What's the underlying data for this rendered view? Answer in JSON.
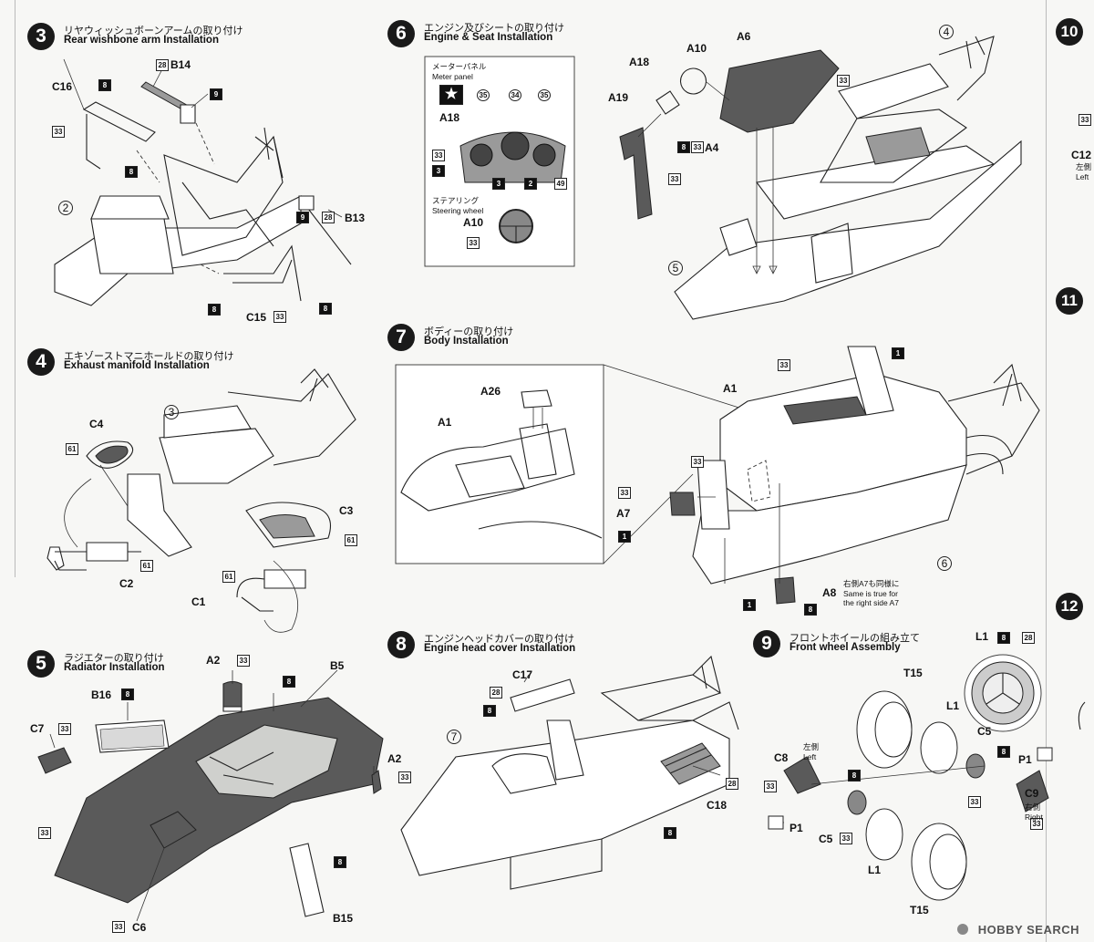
{
  "steps": [
    {
      "num": "3",
      "jp": "リヤウィッシュボーンアームの取り付け",
      "en": "Rear wishbone arm Installation"
    },
    {
      "num": "4",
      "jp": "エキゾーストマニホールドの取り付け",
      "en": "Exhaust manifold Installation"
    },
    {
      "num": "5",
      "jp": "ラジエターの取り付け",
      "en": "Radiator Installation"
    },
    {
      "num": "6",
      "jp": "エンジン及びシートの取り付け",
      "en": "Engine & Seat Installation"
    },
    {
      "num": "7",
      "jp": "ボディーの取り付け",
      "en": "Body Installation"
    },
    {
      "num": "8",
      "jp": "エンジンヘッドカバーの取り付け",
      "en": "Engine head cover Installation"
    },
    {
      "num": "9",
      "jp": "フロントホイールの組み立て",
      "en": "Front wheel Assembly"
    },
    {
      "num": "10"
    },
    {
      "num": "11"
    },
    {
      "num": "12"
    }
  ],
  "part_labels": {
    "s3": [
      "C16",
      "B14",
      "B13",
      "C15"
    ],
    "s4": [
      "C4",
      "C3",
      "C2",
      "C1"
    ],
    "s5": [
      "A2",
      "B5",
      "B16",
      "C7",
      "A2",
      "C6",
      "B15"
    ],
    "s6": [
      "A10",
      "A6",
      "A18",
      "A19",
      "A4",
      "A18",
      "A10"
    ],
    "s7": [
      "A26",
      "A1",
      "A1",
      "A7",
      "A8"
    ],
    "s8": [
      "C17",
      "C18"
    ],
    "s9": [
      "L1",
      "T15",
      "L1",
      "C5",
      "C8",
      "P1",
      "C9",
      "P1",
      "C5",
      "L1",
      "T15"
    ]
  },
  "paint_codes": {
    "s3": [
      "28",
      "8",
      "9",
      "33",
      "8",
      "9",
      "28",
      "8",
      "33",
      "8"
    ],
    "s4": [
      "61",
      "61",
      "61",
      "61"
    ],
    "s5": [
      "33",
      "8",
      "8",
      "33",
      "33",
      "33",
      "8",
      "33"
    ],
    "s6": [
      "33",
      "8",
      "33",
      "33",
      "35",
      "34",
      "35",
      "33",
      "3",
      "3",
      "2",
      "49",
      "33"
    ],
    "s7": [
      "1",
      "33",
      "33",
      "33",
      "1",
      "1",
      "8"
    ],
    "s8": [
      "28",
      "8",
      "8",
      "28"
    ],
    "s9": [
      "8",
      "28",
      "8",
      "33",
      "8",
      "33",
      "33",
      "33"
    ],
    "side": [
      "33"
    ]
  },
  "panel": {
    "meter_jp": "メーターパネル",
    "meter_en": "Meter panel",
    "steering_jp": "ステアリング",
    "steering_en": "Steering wheel"
  },
  "notes": {
    "a7_jp": "右側A7も同様に",
    "a7_en1": "Same is true for",
    "a7_en2": "the right side A7",
    "left_jp": "左側",
    "left_en": "Left",
    "right_jp": "右側",
    "right_en": "Right"
  },
  "circled": [
    "2",
    "3",
    "4",
    "5",
    "6",
    "7"
  ],
  "right_edge": {
    "c12": "C12",
    "left_jp": "左側",
    "left_en": "Left"
  },
  "watermark": "HOBBY SEARCH",
  "colors": {
    "ink": "#111111",
    "paper": "#f7f7f5",
    "dark_part": "#5a5a5a"
  }
}
